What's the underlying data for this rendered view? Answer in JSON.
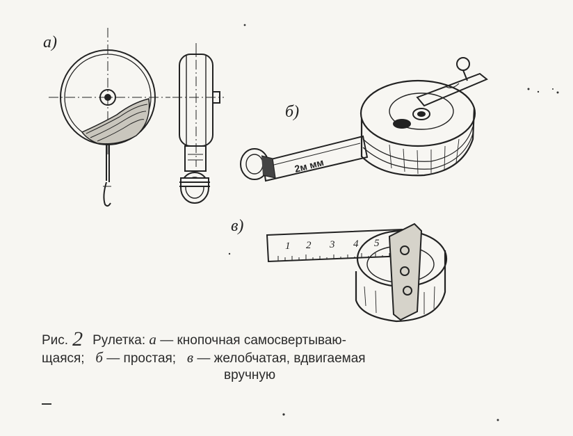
{
  "labels": {
    "a": "а)",
    "b": "б)",
    "v": "в)"
  },
  "tape_b": {
    "marking": "2м мм"
  },
  "tape_v": {
    "ticks": [
      "1",
      "2",
      "3",
      "4",
      "5"
    ]
  },
  "caption": {
    "prefix": "Рис.",
    "number": "2",
    "line1_title": "Рулетка:",
    "line1_key_a": "а",
    "line1_text_a": "— кнопочная самосвертываю-",
    "line2_text_a": "щаяся;",
    "line2_key_b": "б",
    "line2_text_b": "— простая;",
    "line2_key_v": "в",
    "line2_text_v": "— желобчатая, вдвигаемая",
    "line3": "вручную"
  }
}
